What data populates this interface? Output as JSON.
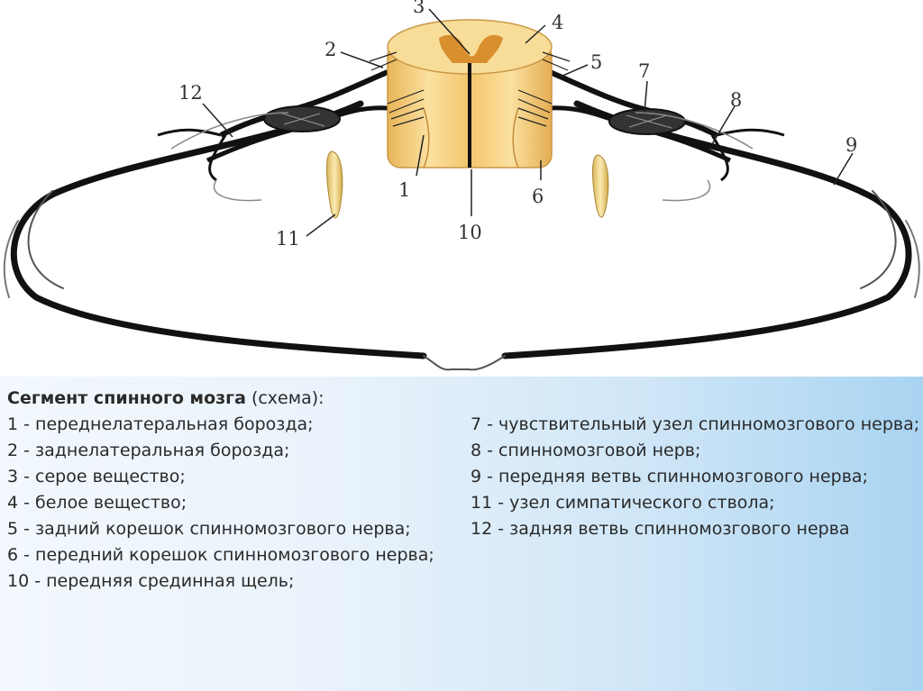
{
  "figure": {
    "callouts": [
      "1",
      "2",
      "3",
      "4",
      "5",
      "6",
      "7",
      "8",
      "9",
      "10",
      "11",
      "12"
    ]
  },
  "caption": {
    "title_bold": "Сегмент спинного мозга",
    "title_rest": " (схема):",
    "left_items": [
      "1 - переднелатеральная борозда;",
      "2 - заднелатеральная борозда;",
      "3 - серое вещество;",
      "4 - белое вещество;",
      "5 - задний корешок спинномозгового нерва;",
      "6 - передний корешок спинномозгового нерва;",
      "10 - передняя срединная щель;"
    ],
    "right_items": [
      "7 - чувствительный узел спинномозгового нерва;",
      "8 - спинномозговой нерв;",
      "9 - передняя ветвь спинномозгового нерва;",
      "11 - узел симпатического ствола;",
      "12 - задняя ветвь спинномозгового нерва"
    ]
  },
  "colors": {
    "cord": "#f6d27e",
    "cord_dark": "#e2a94a",
    "grey_matter": "#d98f2e",
    "nerve": "#111111",
    "ganglion": "#f1da90"
  }
}
